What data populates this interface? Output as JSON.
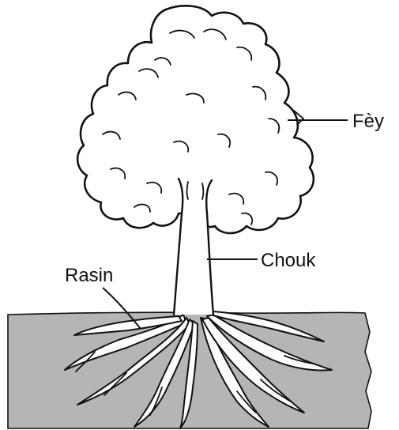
{
  "diagram": {
    "labels": {
      "leaves": "Fèy",
      "trunk": "Chouk",
      "roots": "Rasin"
    },
    "colors": {
      "soil": "#b5b5b5",
      "ink": "#111111",
      "background": "#ffffff"
    }
  }
}
